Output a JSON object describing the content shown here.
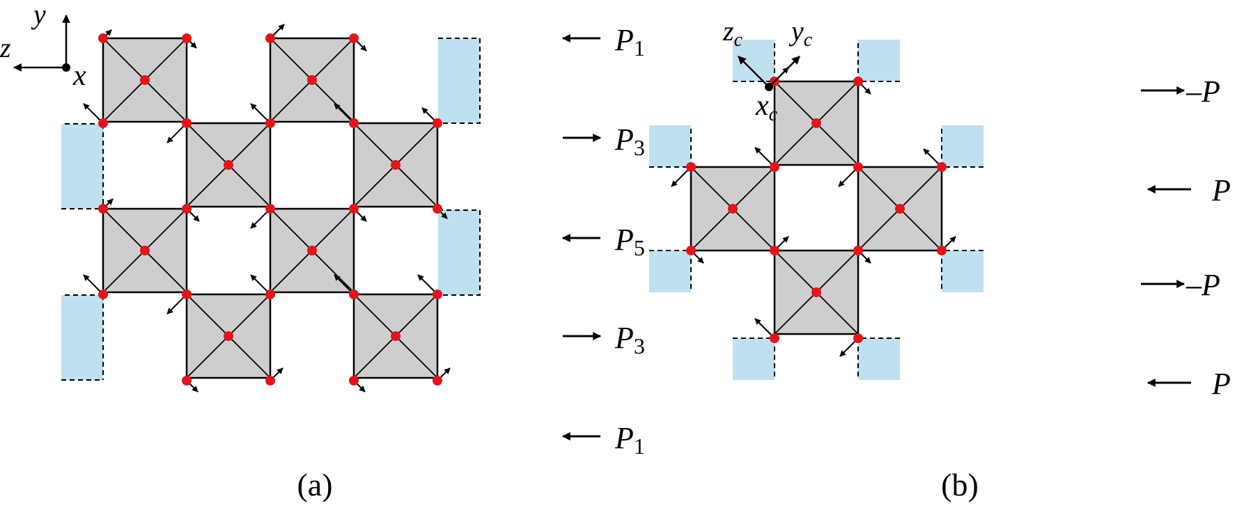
{
  "colors": {
    "octahedron_fill": "#cfcdce",
    "boundary_fill": "#bfe0ef",
    "atom": "#e0161d",
    "line": "#000000"
  },
  "panel_a": {
    "caption": "(a)",
    "axes": {
      "z": "z",
      "y": "y",
      "x": "x"
    },
    "rows": [
      {
        "symbol": "P",
        "subscript": "1",
        "arrow_direction": "left"
      },
      {
        "symbol": "P",
        "subscript": "3",
        "arrow_direction": "right"
      },
      {
        "symbol": "P",
        "subscript": "5",
        "arrow_direction": "left"
      },
      {
        "symbol": "P",
        "subscript": "3",
        "arrow_direction": "right"
      },
      {
        "symbol": "P",
        "subscript": "1",
        "arrow_direction": "left"
      }
    ]
  },
  "panel_b": {
    "caption": "(b)",
    "axes": {
      "z": "z",
      "z_sub": "c",
      "y": "y",
      "y_sub": "c",
      "x": "x",
      "x_sub": "c"
    },
    "rows": [
      {
        "text": "–P",
        "arrow_direction": "right"
      },
      {
        "text": "P",
        "arrow_direction": "left"
      },
      {
        "text": "–P",
        "arrow_direction": "right"
      },
      {
        "text": "P",
        "arrow_direction": "left"
      }
    ]
  }
}
